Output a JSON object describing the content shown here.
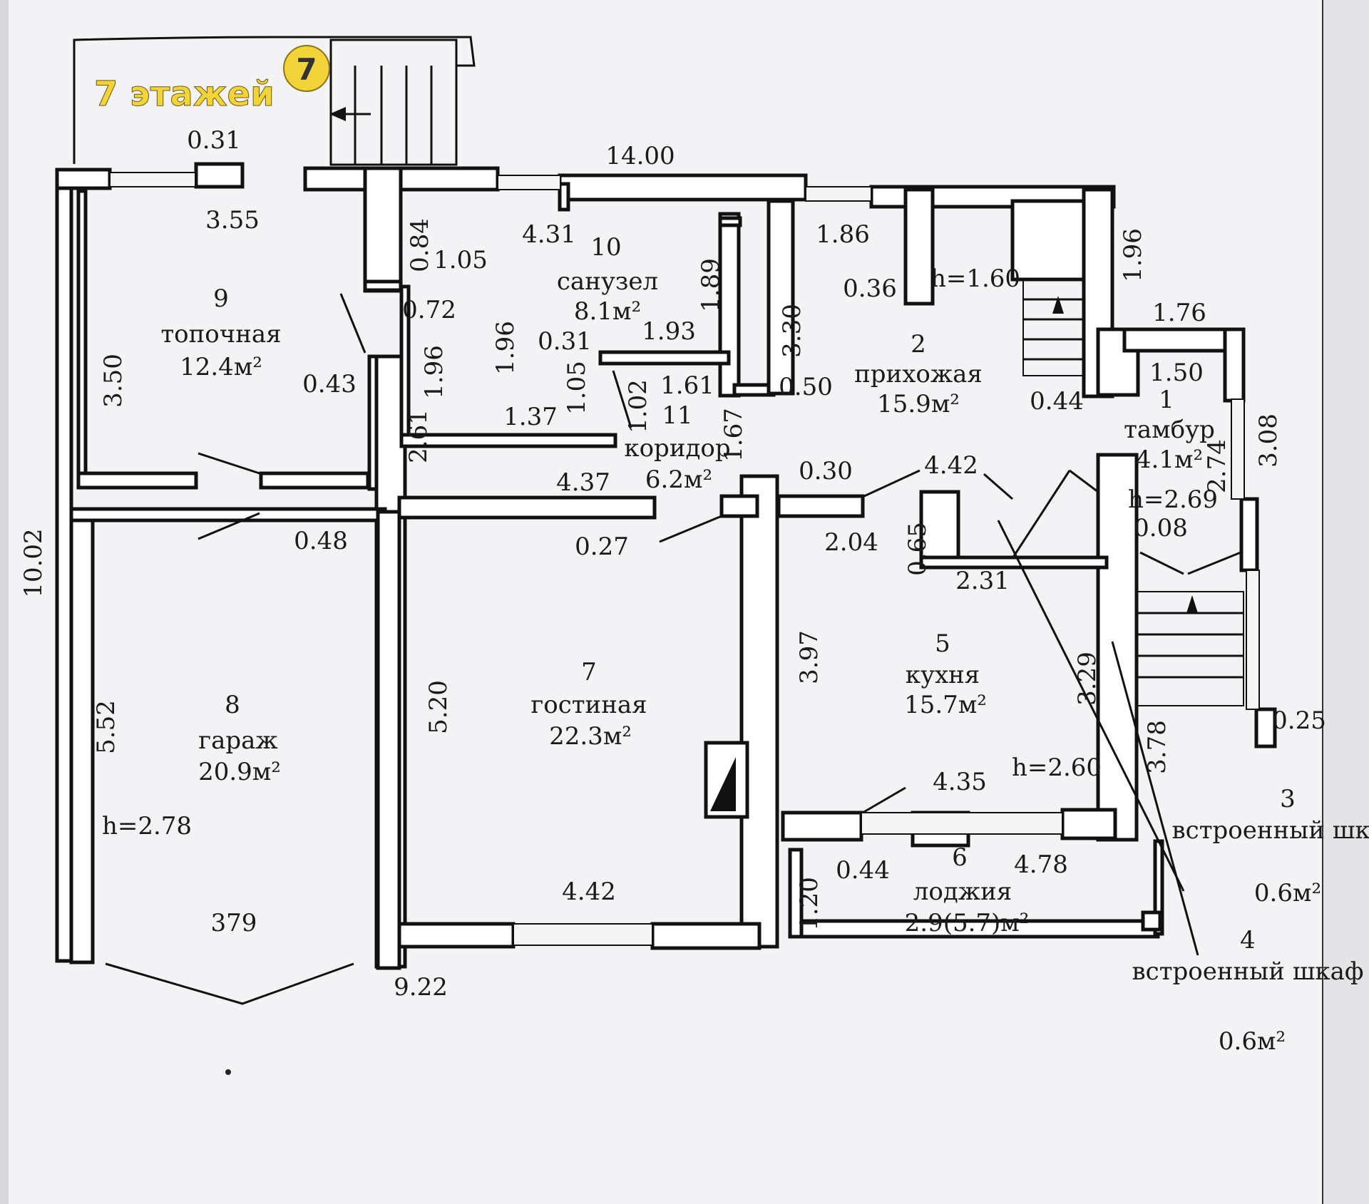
{
  "brand": {
    "text": "7 этажей",
    "badge": "7",
    "color": "#f2d43a"
  },
  "rooms": [
    {
      "id": "room-1",
      "number": "1",
      "name": "тамбур",
      "area": "4.1м²",
      "height": "h=2.69"
    },
    {
      "id": "room-2",
      "number": "2",
      "name": "прихожая",
      "area": "15.9м²",
      "height": "h=1.60"
    },
    {
      "id": "room-3",
      "number": "3",
      "name": "встроенный шкаф",
      "area": "0.6м²"
    },
    {
      "id": "room-4",
      "number": "4",
      "name": "встроенный шкаф",
      "area": "0.6м²"
    },
    {
      "id": "room-5",
      "number": "5",
      "name": "кухня",
      "area": "15.7м²",
      "height": "h=2.60"
    },
    {
      "id": "room-6",
      "number": "6",
      "name": "лоджия",
      "area": "2.9(5.7)м²"
    },
    {
      "id": "room-7",
      "number": "7",
      "name": "гостиная",
      "area": "22.3м²"
    },
    {
      "id": "room-8",
      "number": "8",
      "name": "гараж",
      "area": "20.9м²",
      "height": "h=2.78",
      "extra": "379"
    },
    {
      "id": "room-9",
      "number": "9",
      "name": "топочная",
      "area": "12.4м²"
    },
    {
      "id": "room-10",
      "number": "10",
      "name": "санузел",
      "area": "8.1м²"
    },
    {
      "id": "room-11",
      "number": "11",
      "name": "коридор",
      "area": "6.2м²"
    }
  ],
  "dimensions": [
    "14.00",
    "0.31",
    "3.55",
    "3.50",
    "10.02",
    "4.31",
    "1.05",
    "0.84",
    "0.72",
    "1.89",
    "1.96",
    "1.93",
    "0.31",
    "1.05",
    "1.02",
    "1.61",
    "1.37",
    "1.96",
    "0.43",
    "2.61",
    "1.67",
    "3.30",
    "0.50",
    "1.86",
    "0.36",
    "1.96",
    "0.44",
    "1.76",
    "1.50",
    "2.74",
    "3.08",
    "0.08",
    "0.48",
    "4.37",
    "0.27",
    "0.30",
    "4.42",
    "2.04",
    "0.65",
    "2.31",
    "5.52",
    "5.20",
    "3.97",
    "3.29",
    "3.78",
    "0.25",
    "4.35",
    "0.44",
    "4.78",
    "1.20",
    "4.42",
    "9.22"
  ]
}
